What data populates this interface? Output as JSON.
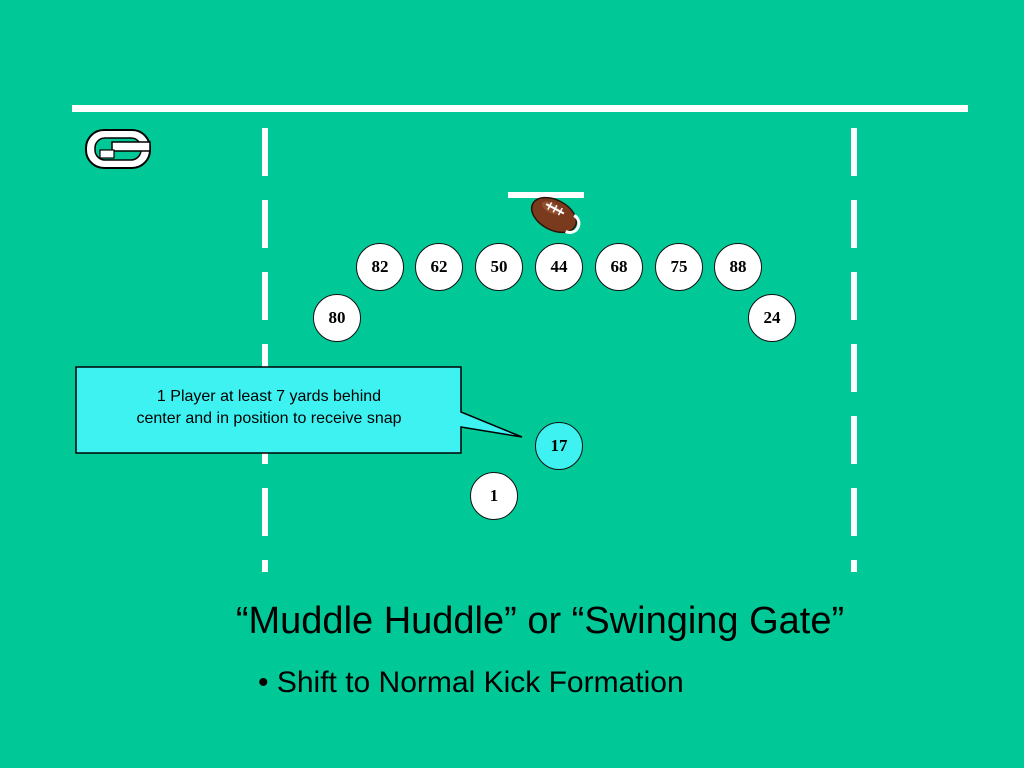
{
  "colors": {
    "field": "#00C997",
    "line": "#ffffff",
    "callout": "#3FF2F2",
    "highlight_player": "#3FF2F2",
    "football": "#7A3A1E"
  },
  "icons": [
    "logo-g-icon",
    "football-icon"
  ],
  "players": {
    "p82": "82",
    "p62": "62",
    "p50": "50",
    "p44": "44",
    "p68": "68",
    "p75": "75",
    "p88": "88",
    "p80": "80",
    "p24": "24",
    "p17": "17",
    "p1": "1"
  },
  "callout": {
    "line1": "1 Player at least 7 yards behind",
    "line2": "center and in position to receive snap"
  },
  "title": "“Muddle Huddle” or “Swinging Gate”",
  "bullet": "• Shift to Normal Kick Formation"
}
